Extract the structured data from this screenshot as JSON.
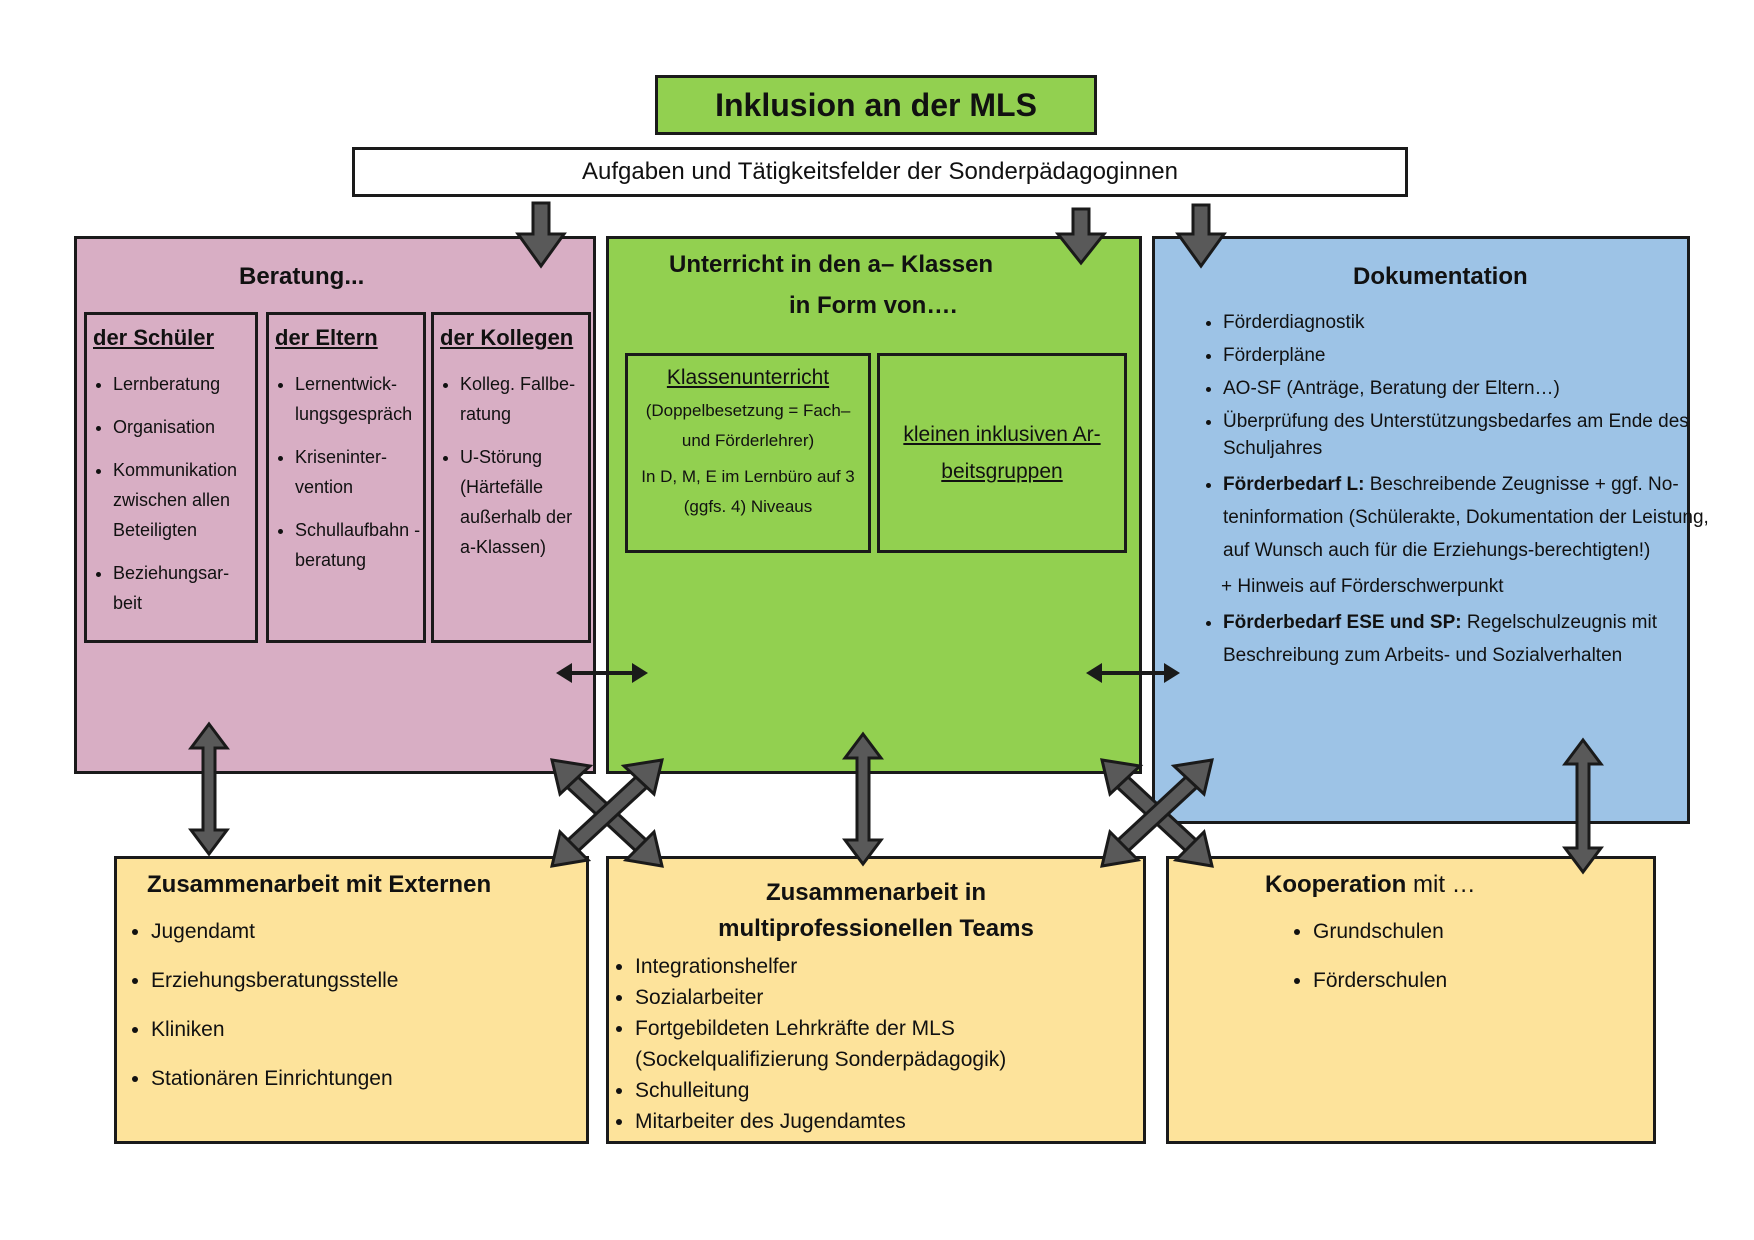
{
  "title": "Inklusion an der MLS",
  "subtitle": "Aufgaben und Tätigkeitsfelder der Sonderpädagoginnen",
  "beratung": {
    "heading": "Beratung...",
    "schueler": {
      "title": "der Schüler",
      "items": [
        "Lernberatung",
        "Organisation",
        "Kommunikation zwischen allen Beteiligten",
        "Beziehungsar-beit"
      ]
    },
    "eltern": {
      "title": "der Eltern",
      "items": [
        "Lernentwick-lungsgespräch",
        "Kriseninter-vention",
        "Schullaufbahn -beratung"
      ]
    },
    "kollegen": {
      "title": "der Kollegen",
      "items": [
        "Kolleg. Fallbe-ratung",
        "U-Störung (Härtefälle außerhalb der a-Klassen)"
      ]
    }
  },
  "unterricht": {
    "heading_line1": "Unterricht in den a– Klassen",
    "heading_line2": "in Form von….",
    "klassen": {
      "title": "Klassenunterricht",
      "text1": "(Doppelbesetzung = Fach– und Förderlehrer)",
      "text2": "In D, M, E im Lernbüro auf 3 (ggfs. 4) Niveaus"
    },
    "gruppen": "kleinen inklusiven Ar-beitsgruppen"
  },
  "dokumentation": {
    "heading": "Dokumentation",
    "items": [
      "Förderdiagnostik",
      "Förderpläne",
      "AO-SF (Anträge, Beratung der Eltern…)",
      "Überprüfung des Unterstützungsbedarfes am Ende des Schuljahres"
    ],
    "foerder_l_label": "Förderbedarf L:",
    "foerder_l_text": "Beschreibende Zeugnisse + ggf. No-teninformation (Schülerakte, Dokumentation der Leistung, auf Wunsch auch für die Erziehungs-berechtigten!)",
    "hinweis": "+ Hinweis auf Förderschwerpunkt",
    "foerder_ese_label": "Förderbedarf ESE und SP:",
    "foerder_ese_text": "Regelschulzeugnis mit Beschreibung zum Arbeits- und Sozialverhalten"
  },
  "externe": {
    "heading": "Zusammenarbeit mit Externen",
    "items": [
      "Jugendamt",
      "Erziehungsberatungsstelle",
      "Kliniken",
      "Stationären Einrichtungen"
    ]
  },
  "teams": {
    "heading_line1": "Zusammenarbeit in",
    "heading_line2": "multiprofessionellen Teams",
    "items": [
      "Integrationshelfer",
      "Sozialarbeiter",
      "Fortgebildeten Lehrkräfte der MLS (Sockelqualifizierung Sonderpädagogik)",
      "Schulleitung",
      "Mitarbeiter des Jugendamtes"
    ]
  },
  "kooperation": {
    "heading_bold": "Kooperation",
    "heading_rest": " mit …",
    "items": [
      "Grundschulen",
      "Förderschulen"
    ]
  },
  "colors": {
    "green": "#92d050",
    "pink": "#d8aec4",
    "blue": "#9dc3e6",
    "yellow": "#fde39b",
    "arrow": "#595959"
  }
}
